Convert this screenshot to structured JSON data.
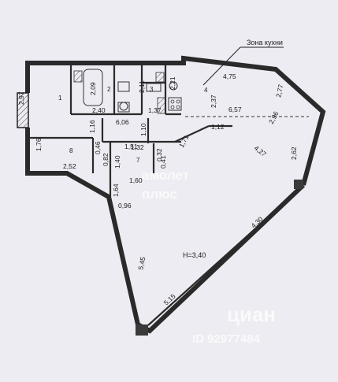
{
  "callout": "Зона кухни",
  "rooms": [
    "1",
    "2",
    "3",
    "4",
    "7",
    "8"
  ],
  "height": "H=3,40",
  "dims": [
    "2,97",
    "2,09",
    "2,11",
    "2,21",
    "4,75",
    "2,77",
    "2,40",
    "1,37",
    "2,37",
    "6,57",
    "2,96",
    "6,06",
    "1,16",
    "1,10",
    "1,12",
    "1,71",
    "4,27",
    "1,76",
    "0,46",
    "1,51",
    "1,32",
    "0,82",
    "2,52",
    "1,40",
    "0,41",
    "0,32",
    "2,62",
    "1,60",
    "1,64",
    "0,96",
    "4,30",
    "5,45",
    "5,15"
  ],
  "watermarks": [
    "амолет",
    "плюс",
    "циан",
    "ID 92977484"
  ]
}
